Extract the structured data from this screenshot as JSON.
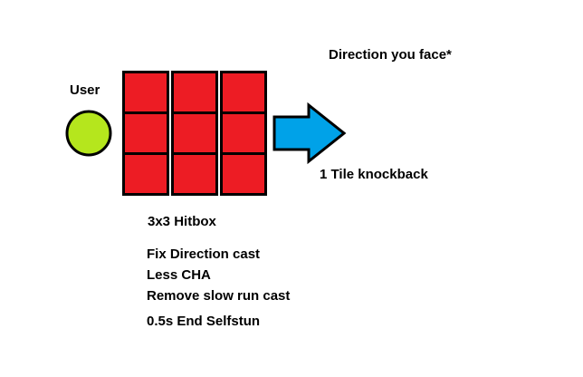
{
  "labels": {
    "user": "User",
    "direction": "Direction you face*",
    "knockback": "1 Tile knockback",
    "hitbox": "3x3 Hitbox",
    "notes": [
      "Fix Direction cast",
      "Less CHA",
      "Remove slow run cast",
      "0.5s End Selfstun"
    ]
  },
  "hitbox": {
    "rows": 3,
    "cols": 3
  },
  "colors": {
    "user_fill": "#b5e61d",
    "hitbox_fill": "#ed1c24",
    "arrow_fill": "#00a2e8",
    "outline": "#000000"
  },
  "icons": {
    "user": "circle",
    "direction": "right-arrow"
  }
}
